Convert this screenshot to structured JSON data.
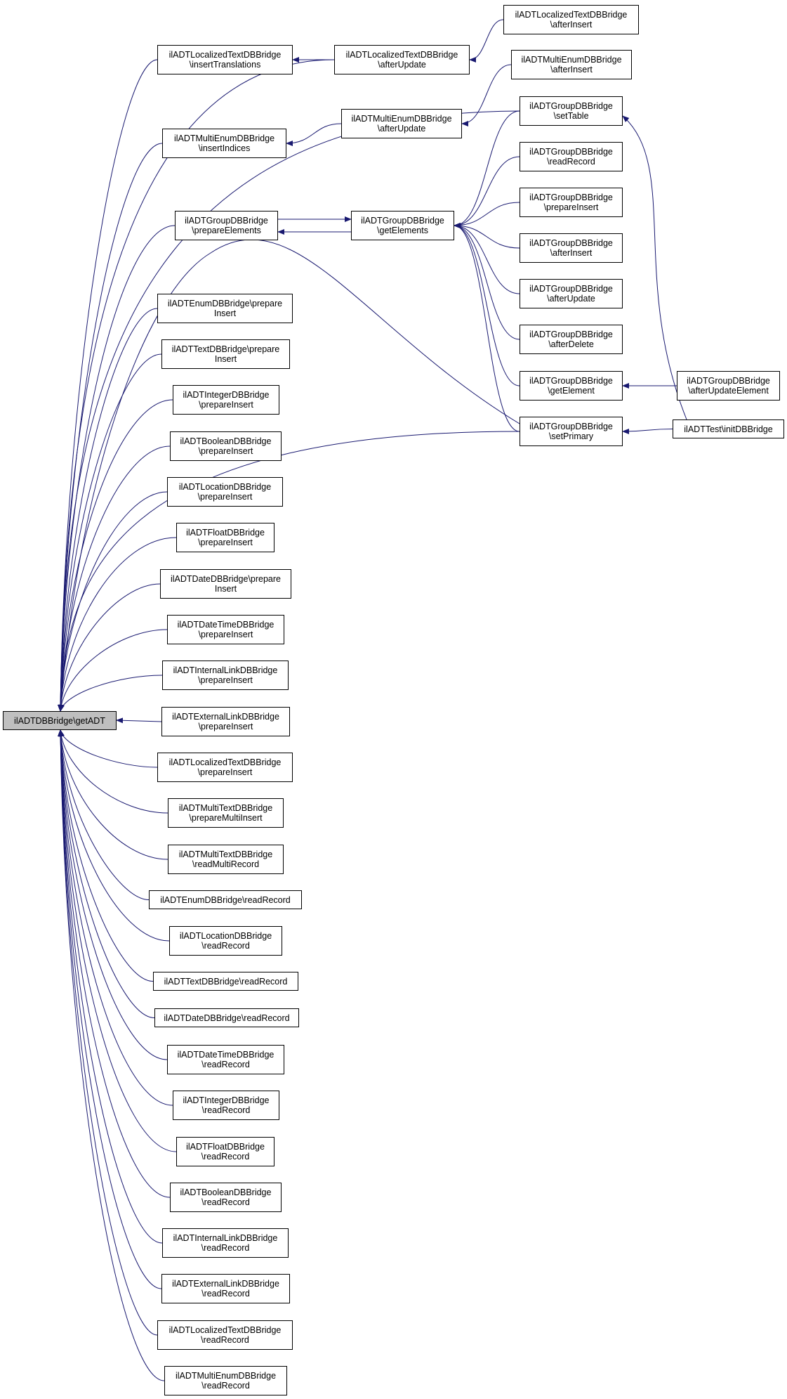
{
  "colors": {
    "edge": "#191970",
    "node_border": "#000000",
    "node_fill": "#ffffff",
    "root_fill": "#bfbfbf"
  },
  "nodes": {
    "root": {
      "lines": [
        "ilADTDBBridge\\getADT"
      ]
    },
    "lt_insTrans": {
      "lines": [
        "ilADTLocalizedTextDBBridge",
        "\\insertTranslations"
      ]
    },
    "lt_afterUpd": {
      "lines": [
        "ilADTLocalizedTextDBBridge",
        "\\afterUpdate"
      ]
    },
    "lt_afterIns": {
      "lines": [
        "ilADTLocalizedTextDBBridge",
        "\\afterInsert"
      ]
    },
    "me_afterIns": {
      "lines": [
        "ilADTMultiEnumDBBridge",
        "\\afterInsert"
      ]
    },
    "me_afterUpd": {
      "lines": [
        "ilADTMultiEnumDBBridge",
        "\\afterUpdate"
      ]
    },
    "me_insIdx": {
      "lines": [
        "ilADTMultiEnumDBBridge",
        "\\insertIndices"
      ]
    },
    "g_setTable": {
      "lines": [
        "ilADTGroupDBBridge",
        "\\setTable"
      ]
    },
    "g_readRec": {
      "lines": [
        "ilADTGroupDBBridge",
        "\\readRecord"
      ]
    },
    "g_prepIns": {
      "lines": [
        "ilADTGroupDBBridge",
        "\\prepareInsert"
      ]
    },
    "g_afterIns": {
      "lines": [
        "ilADTGroupDBBridge",
        "\\afterInsert"
      ]
    },
    "g_afterUpd": {
      "lines": [
        "ilADTGroupDBBridge",
        "\\afterUpdate"
      ]
    },
    "g_afterDel": {
      "lines": [
        "ilADTGroupDBBridge",
        "\\afterDelete"
      ]
    },
    "g_getElem": {
      "lines": [
        "ilADTGroupDBBridge",
        "\\getElement"
      ]
    },
    "g_setPrim": {
      "lines": [
        "ilADTGroupDBBridge",
        "\\setPrimary"
      ]
    },
    "g_getElems": {
      "lines": [
        "ilADTGroupDBBridge",
        "\\getElements"
      ]
    },
    "g_prepElems": {
      "lines": [
        "ilADTGroupDBBridge",
        "\\prepareElements"
      ]
    },
    "g_afterUpdElem": {
      "lines": [
        "ilADTGroupDBBridge",
        "\\afterUpdateElement"
      ]
    },
    "test_init": {
      "lines": [
        "ilADTTest\\initDBBridge"
      ]
    },
    "enum_prep": {
      "lines": [
        "ilADTEnumDBBridge\\prepare",
        "Insert"
      ]
    },
    "text_prep": {
      "lines": [
        "ilADTTextDBBridge\\prepare",
        "Insert"
      ]
    },
    "int_prep": {
      "lines": [
        "ilADTIntegerDBBridge",
        "\\prepareInsert"
      ]
    },
    "bool_prep": {
      "lines": [
        "ilADTBooleanDBBridge",
        "\\prepareInsert"
      ]
    },
    "loc_prep": {
      "lines": [
        "ilADTLocationDBBridge",
        "\\prepareInsert"
      ]
    },
    "float_prep": {
      "lines": [
        "ilADTFloatDBBridge",
        "\\prepareInsert"
      ]
    },
    "date_prep": {
      "lines": [
        "ilADTDateDBBridge\\prepare",
        "Insert"
      ]
    },
    "dt_prep": {
      "lines": [
        "ilADTDateTimeDBBridge",
        "\\prepareInsert"
      ]
    },
    "il_prep": {
      "lines": [
        "ilADTInternalLinkDBBridge",
        "\\prepareInsert"
      ]
    },
    "el_prep": {
      "lines": [
        "ilADTExternalLinkDBBridge",
        "\\prepareInsert"
      ]
    },
    "lt_prep": {
      "lines": [
        "ilADTLocalizedTextDBBridge",
        "\\prepareInsert"
      ]
    },
    "mt_prepMulti": {
      "lines": [
        "ilADTMultiTextDBBridge",
        "\\prepareMultiInsert"
      ]
    },
    "mt_readMulti": {
      "lines": [
        "ilADTMultiTextDBBridge",
        "\\readMultiRecord"
      ]
    },
    "enum_read": {
      "lines": [
        "ilADTEnumDBBridge\\readRecord"
      ]
    },
    "loc_read": {
      "lines": [
        "ilADTLocationDBBridge",
        "\\readRecord"
      ]
    },
    "text_read": {
      "lines": [
        "ilADTTextDBBridge\\readRecord"
      ]
    },
    "date_read": {
      "lines": [
        "ilADTDateDBBridge\\readRecord"
      ]
    },
    "dt_read": {
      "lines": [
        "ilADTDateTimeDBBridge",
        "\\readRecord"
      ]
    },
    "int_read": {
      "lines": [
        "ilADTIntegerDBBridge",
        "\\readRecord"
      ]
    },
    "float_read": {
      "lines": [
        "ilADTFloatDBBridge",
        "\\readRecord"
      ]
    },
    "bool_read": {
      "lines": [
        "ilADTBooleanDBBridge",
        "\\readRecord"
      ]
    },
    "il_read": {
      "lines": [
        "ilADTInternalLinkDBBridge",
        "\\readRecord"
      ]
    },
    "el_read": {
      "lines": [
        "ilADTExternalLinkDBBridge",
        "\\readRecord"
      ]
    },
    "lt_read": {
      "lines": [
        "ilADTLocalizedTextDBBridge",
        "\\readRecord"
      ]
    },
    "me_read": {
      "lines": [
        "ilADTMultiEnumDBBridge",
        "\\readRecord"
      ]
    }
  },
  "edges": [
    [
      "lt_insTrans",
      "root"
    ],
    [
      "lt_afterUpd",
      "root"
    ],
    [
      "me_insIdx",
      "root"
    ],
    [
      "g_setTable",
      "root"
    ],
    [
      "g_prepElems",
      "root"
    ],
    [
      "g_setPrim",
      "root"
    ],
    [
      "enum_prep",
      "root"
    ],
    [
      "text_prep",
      "root"
    ],
    [
      "int_prep",
      "root"
    ],
    [
      "bool_prep",
      "root"
    ],
    [
      "loc_prep",
      "root"
    ],
    [
      "float_prep",
      "root"
    ],
    [
      "date_prep",
      "root"
    ],
    [
      "dt_prep",
      "root"
    ],
    [
      "il_prep",
      "root"
    ],
    [
      "el_prep",
      "root"
    ],
    [
      "lt_prep",
      "root"
    ],
    [
      "mt_prepMulti",
      "root"
    ],
    [
      "mt_readMulti",
      "root"
    ],
    [
      "enum_read",
      "root"
    ],
    [
      "loc_read",
      "root"
    ],
    [
      "text_read",
      "root"
    ],
    [
      "date_read",
      "root"
    ],
    [
      "dt_read",
      "root"
    ],
    [
      "int_read",
      "root"
    ],
    [
      "float_read",
      "root"
    ],
    [
      "bool_read",
      "root"
    ],
    [
      "il_read",
      "root"
    ],
    [
      "el_read",
      "root"
    ],
    [
      "lt_read",
      "root"
    ],
    [
      "me_read",
      "root"
    ],
    [
      "lt_afterUpd",
      "lt_insTrans"
    ],
    [
      "lt_afterIns",
      "lt_afterUpd"
    ],
    [
      "me_afterUpd",
      "me_insIdx"
    ],
    [
      "me_afterIns",
      "me_afterUpd"
    ],
    [
      "g_getElems",
      "g_prepElems"
    ],
    [
      "g_prepElems",
      "g_getElems"
    ],
    [
      "g_setTable",
      "g_getElems"
    ],
    [
      "g_readRec",
      "g_getElems"
    ],
    [
      "g_prepIns",
      "g_getElems"
    ],
    [
      "g_afterIns",
      "g_getElems"
    ],
    [
      "g_afterUpd",
      "g_getElems"
    ],
    [
      "g_afterDel",
      "g_getElems"
    ],
    [
      "g_getElem",
      "g_getElems"
    ],
    [
      "g_setPrim",
      "g_getElems"
    ],
    [
      "g_afterUpdElem",
      "g_getElem"
    ],
    [
      "test_init",
      "g_setPrim"
    ],
    [
      "test_init",
      "g_setTable"
    ]
  ]
}
